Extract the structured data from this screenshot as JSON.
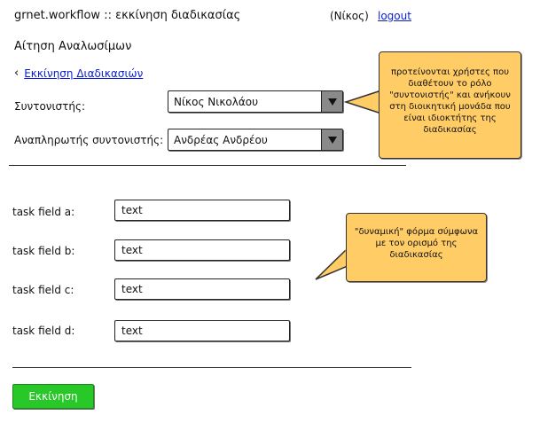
{
  "header": {
    "app_title": "grnet.workflow :: εκκίνηση διαδικασίας",
    "user": "(Νίκος)",
    "logout_label": "logout"
  },
  "page": {
    "title": "Αίτηση Αναλωσίμων",
    "back_label": "Εκκίνηση Διαδικασιών"
  },
  "coordinator": {
    "label": "Συντονιστής:",
    "value": "Νίκος Νικολάου"
  },
  "deputy": {
    "label": "Αναπληρωτής συντονιστής:",
    "value": "Ανδρέας Ανδρέου"
  },
  "task_fields": [
    {
      "label": "task field a:",
      "value": "text"
    },
    {
      "label": "task field b:",
      "value": "text"
    },
    {
      "label": "task field c:",
      "value": "text"
    },
    {
      "label": "task field d:",
      "value": "text"
    }
  ],
  "submit_label": "Εκκίνηση",
  "notes": {
    "coordinator_note": "προτείνονται χρήστες που διαθέτουν το ρόλο \"συντονιστής\" και ανήκουν στη διοικητική μονάδα που είναι ιδιοκτήτης της διαδικασίας",
    "form_note": "\"δυναμική\" φόρμα σύμφωνα με τον ορισμό της διαδικασίας"
  },
  "colors": {
    "note_bg": "#ffcc66",
    "button_bg": "#28c828",
    "link": "#0a1ed6"
  }
}
